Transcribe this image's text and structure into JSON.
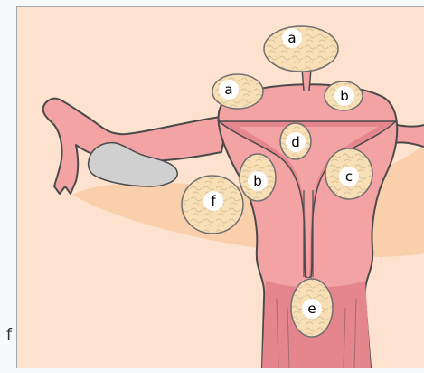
{
  "colors": {
    "page_bg": "#f8f9fa",
    "frame": "#a2a9b1",
    "canvas_bg": "#fde3cf",
    "pelvic_shadow": "#f9cfac",
    "uterus": "#f4a3a5",
    "uterus_outline": "#4a4a4a",
    "endometrium": "#e5868e",
    "cavity": "#f4a3a5",
    "ovary": "#d0d0d0",
    "fibroid_fill": "#f8dfb6",
    "fibroid_swirl": "#d7c39a",
    "fibroid_outline": "#6f6f6f"
  },
  "labels": {
    "subserosal_pedunculated": "a",
    "subserosal": "a",
    "intramural_fundal": "b",
    "intramural_wall": "b",
    "submucosal": "c",
    "submucosal_pedunculated": "d",
    "cervical": "e",
    "intraligamentary": "f"
  },
  "side_text": "f"
}
